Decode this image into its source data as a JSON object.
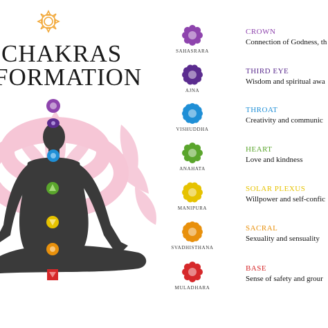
{
  "title": {
    "line1": "CHAKRAS",
    "line2": "FORMATION"
  },
  "chakras": [
    {
      "sanskrit": "SAHASRARA",
      "name": "CROWN",
      "description": "Connection of Godness, th",
      "color": "#8e44ad",
      "icon": "crown-chakra-icon"
    },
    {
      "sanskrit": "AJNA",
      "name": "THIRD EYE",
      "description": "Wisdom and spiritual awa",
      "color": "#5b2c8f",
      "icon": "third-eye-chakra-icon"
    },
    {
      "sanskrit": "VISHUDDHA",
      "name": "THROAT",
      "description": "Creativity and communic",
      "color": "#1f8fd6",
      "icon": "throat-chakra-icon"
    },
    {
      "sanskrit": "ANAHATA",
      "name": "HEART",
      "description": "Love and kindness",
      "color": "#5aa52c",
      "icon": "heart-chakra-icon"
    },
    {
      "sanskrit": "MANIPURA",
      "name": "SOLAR PLEXUS",
      "description": "Willpower and self-confic",
      "color": "#e6c200",
      "icon": "solar-plexus-chakra-icon"
    },
    {
      "sanskrit": "SVADHISTHANA",
      "name": "SACRAL",
      "description": "Sexuality and sensuality",
      "color": "#e8900c",
      "icon": "sacral-chakra-icon"
    },
    {
      "sanskrit": "MULADHARA",
      "name": "BASE",
      "description": "Sense of safety and grour",
      "color": "#d6282a",
      "icon": "base-chakra-icon"
    }
  ],
  "colors": {
    "lotus_pink": "#f6c6d6",
    "silhouette": "#3a3a3a",
    "top_lotus": "#f2a93b"
  }
}
